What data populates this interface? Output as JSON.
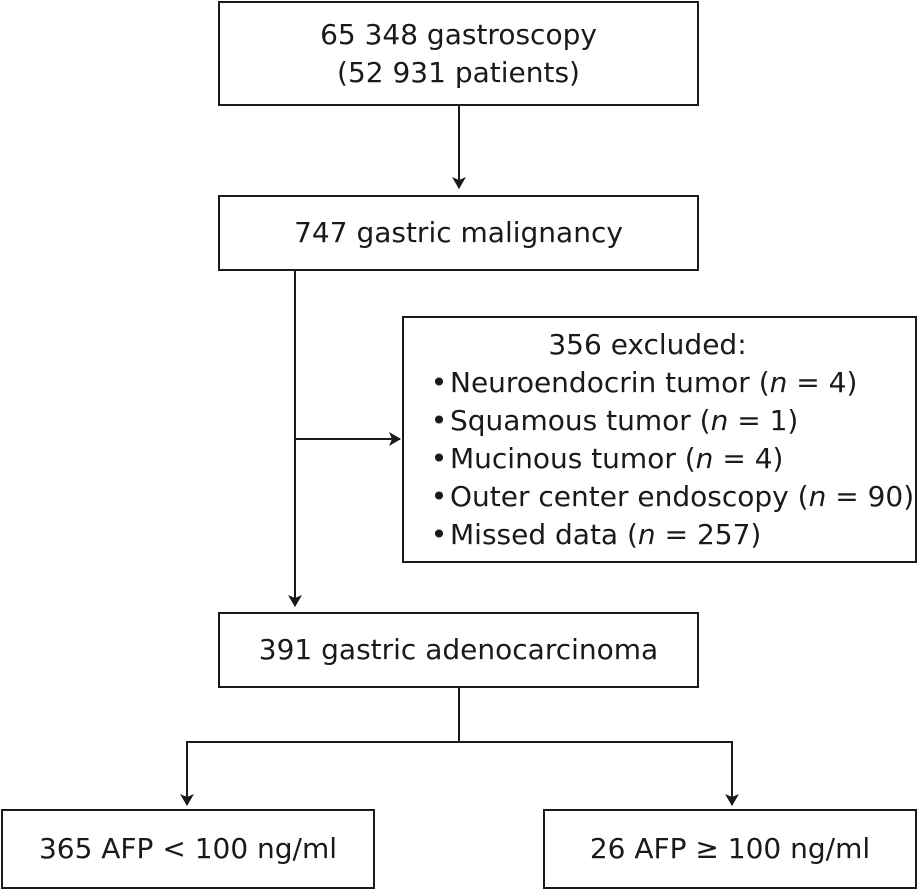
{
  "boxes": {
    "gastroscopy": {
      "line1": "65 348 gastroscopy",
      "line2": "(52 931 patients)"
    },
    "malignancy": {
      "label": "747 gastric malignancy"
    },
    "excluded": {
      "title": "356 excluded:",
      "items": [
        {
          "label": "Neuroendocrin tumor",
          "n": "4"
        },
        {
          "label": "Squamous tumor",
          "n": "1"
        },
        {
          "label": "Mucinous tumor",
          "n": "4"
        },
        {
          "label": "Outer center endoscopy",
          "n": "90"
        },
        {
          "label": "Missed data",
          "n": "257"
        }
      ],
      "bullet": "•",
      "n_symbol": "n",
      "equals": "="
    },
    "adenocarcinoma": {
      "label": "391 gastric adenocarcinoma"
    },
    "afp_low": {
      "label": "365 AFP < 100 ng/ml"
    },
    "afp_high": {
      "label": "26 AFP ≥ 100 ng/ml"
    }
  },
  "colors": {
    "stroke": "#1a1a1a",
    "background": "#ffffff"
  }
}
